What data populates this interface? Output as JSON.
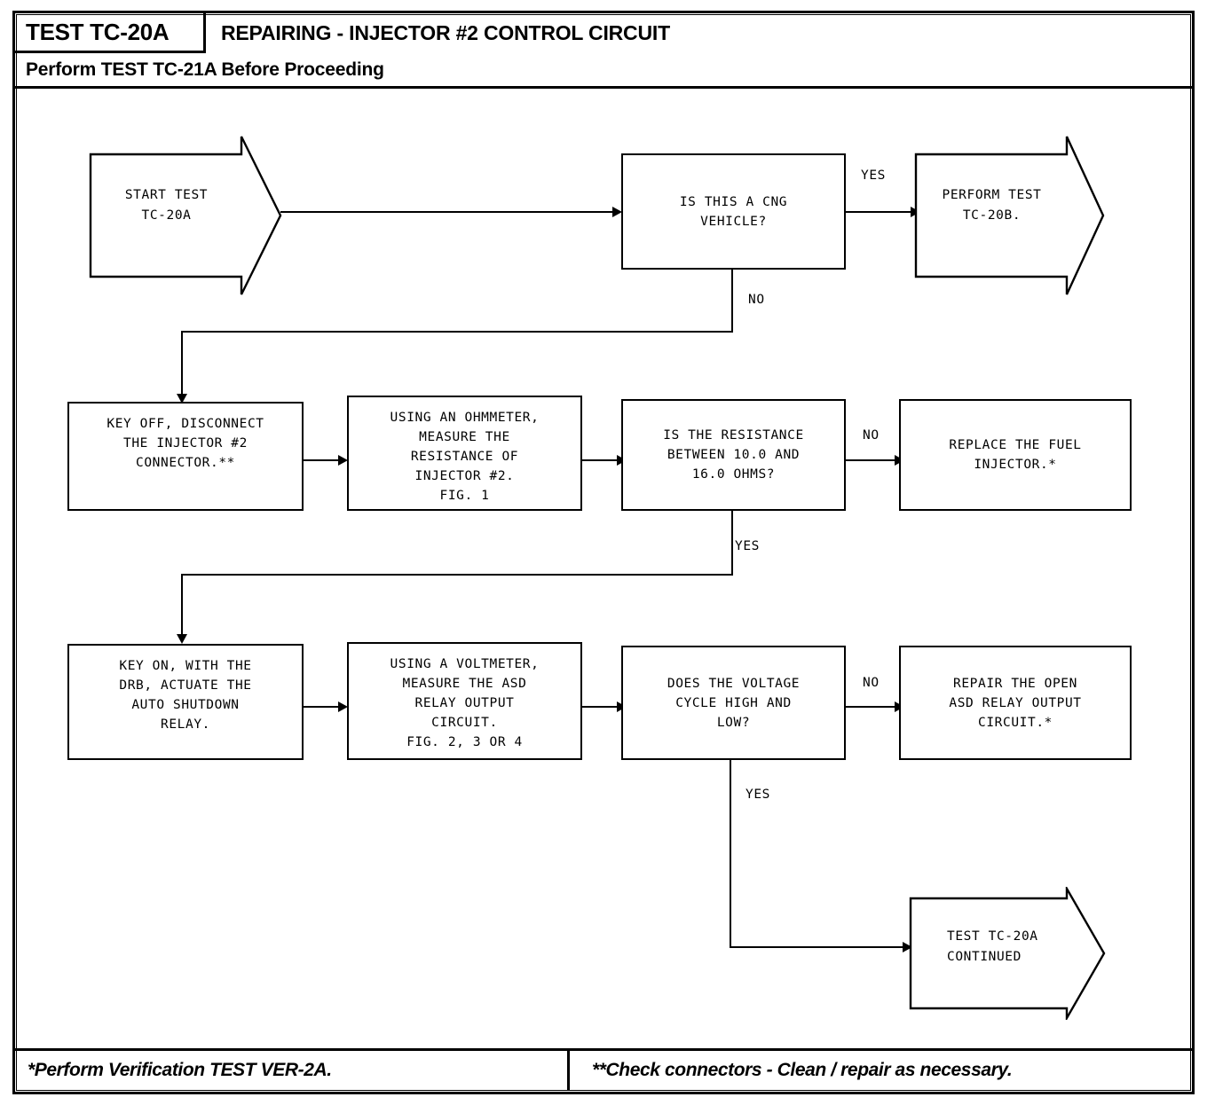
{
  "header": {
    "test_code": "TEST TC-20A",
    "title": "REPAIRING - INJECTOR #2 CONTROL CIRCUIT",
    "subtitle": "Perform TEST TC-21A Before Proceeding"
  },
  "footer": {
    "note_left": "*Perform Verification TEST VER-2A.",
    "note_right": "**Check connectors - Clean / repair as necessary."
  },
  "flow": {
    "start": "START TEST\nTC-20A",
    "cng_question": "IS THIS A CNG\nVEHICLE?",
    "perform_tc20b": "PERFORM TEST\nTC-20B.",
    "key_off": "KEY OFF, DISCONNECT\nTHE INJECTOR #2\nCONNECTOR.**",
    "ohmmeter": "USING AN OHMMETER,\nMEASURE THE\nRESISTANCE OF\nINJECTOR #2.\nFIG. 1",
    "resistance_question": "IS THE RESISTANCE\nBETWEEN 10.0 AND\n16.0 OHMS?",
    "replace_injector": "REPLACE THE FUEL\nINJECTOR.*",
    "key_on": "KEY ON, WITH THE\nDRB, ACTUATE THE\nAUTO SHUTDOWN\nRELAY.",
    "voltmeter": "USING A VOLTMETER,\nMEASURE THE ASD\nRELAY OUTPUT\nCIRCUIT.\nFIG. 2, 3 OR 4",
    "voltage_question": "DOES THE VOLTAGE\nCYCLE HIGH AND\nLOW?",
    "repair_open": "REPAIR THE OPEN\nASD RELAY OUTPUT\nCIRCUIT.*",
    "continued": "TEST TC-20A\nCONTINUED"
  },
  "labels": {
    "yes_cng": "YES",
    "no_cng": "NO",
    "no_resistance": "NO",
    "yes_resistance": "YES",
    "no_voltage": "NO",
    "yes_voltage": "YES"
  },
  "colors": {
    "ink": "#000000",
    "paper": "#ffffff"
  }
}
